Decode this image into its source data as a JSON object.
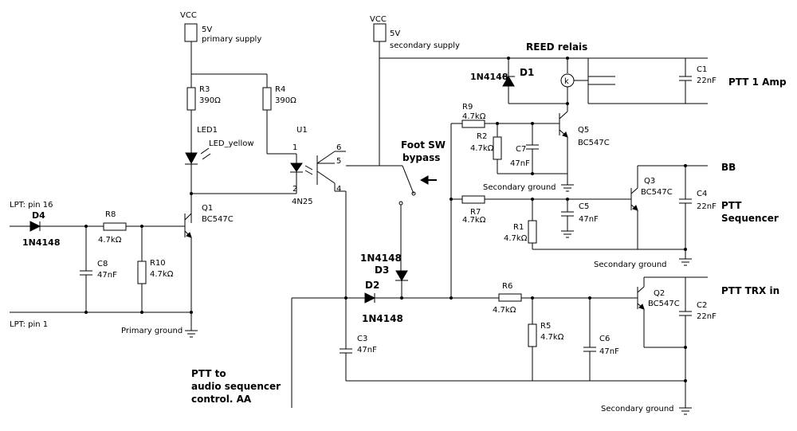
{
  "power": {
    "vcc1": "VCC",
    "vcc1_v": "5V",
    "vcc1_desc": "primary supply",
    "vcc2": "VCC",
    "vcc2_v": "5V",
    "vcc2_desc": "secondary supply"
  },
  "parts": {
    "r3": "R3",
    "r3_v": "390Ω",
    "r4": "R4",
    "r4_v": "390Ω",
    "led1": "LED1",
    "led1_v": "LED_yellow",
    "u1": "U1",
    "u1_v": "4N25",
    "pin1": "1",
    "pin2": "2",
    "pin4": "4",
    "pin5": "5",
    "pin6": "6",
    "q1": "Q1",
    "q1_v": "BC547C",
    "d4": "D4",
    "d4_v": "1N4148",
    "r8": "R8",
    "r8_v": "4.7kΩ",
    "c8": "C8",
    "c8_v": "47nF",
    "r10": "R10",
    "r10_v": "4.7kΩ",
    "reed": "REED relais",
    "d1": "D1",
    "d1_v": "1N4148",
    "k": "k",
    "c1": "C1",
    "c1_v": "22nF",
    "r9": "R9",
    "r9_v": "4.7kΩ",
    "r2": "R2",
    "r2_v": "4.7kΩ",
    "c7": "C7",
    "c7_v": "47nF",
    "q5": "Q5",
    "q5_v": "BC547C",
    "r7": "R7",
    "r7_v": "4.7kΩ",
    "r1": "R1",
    "r1_v": "4.7kΩ",
    "c5": "C5",
    "c5_v": "47nF",
    "q3": "Q3",
    "q3_v": "BC547C",
    "c4": "C4",
    "c4_v": "22nF",
    "d3": "D3",
    "d3_v": "1N4148",
    "d2": "D2",
    "d2_v": "1N4148",
    "r6": "R6",
    "r6_v": "4.7kΩ",
    "r5": "R5",
    "r5_v": "4.7kΩ",
    "c6": "C6",
    "c6_v": "47nF",
    "c3": "C3",
    "c3_v": "47nF",
    "q2": "Q2",
    "q2_v": "BC547C",
    "c2": "C2",
    "c2_v": "22nF"
  },
  "labels": {
    "lpt16": "LPT: pin 16",
    "lpt1": "LPT: pin 1",
    "primary_ground": "Primary ground",
    "secondary_ground_1": "Secondary ground",
    "secondary_ground_2": "Secondary ground",
    "secondary_ground_3": "Secondary ground",
    "foot_sw_1": "Foot SW",
    "foot_sw_2": "bypass",
    "ptt1": "PTT 1 Amp",
    "bb": "BB",
    "ptt_seq_1": "PTT",
    "ptt_seq_2": "Sequencer",
    "ptt_trx": "PTT TRX in",
    "ptt_to_1": "PTT to",
    "ptt_to_2": "audio sequencer",
    "ptt_to_3": "control. AA"
  }
}
